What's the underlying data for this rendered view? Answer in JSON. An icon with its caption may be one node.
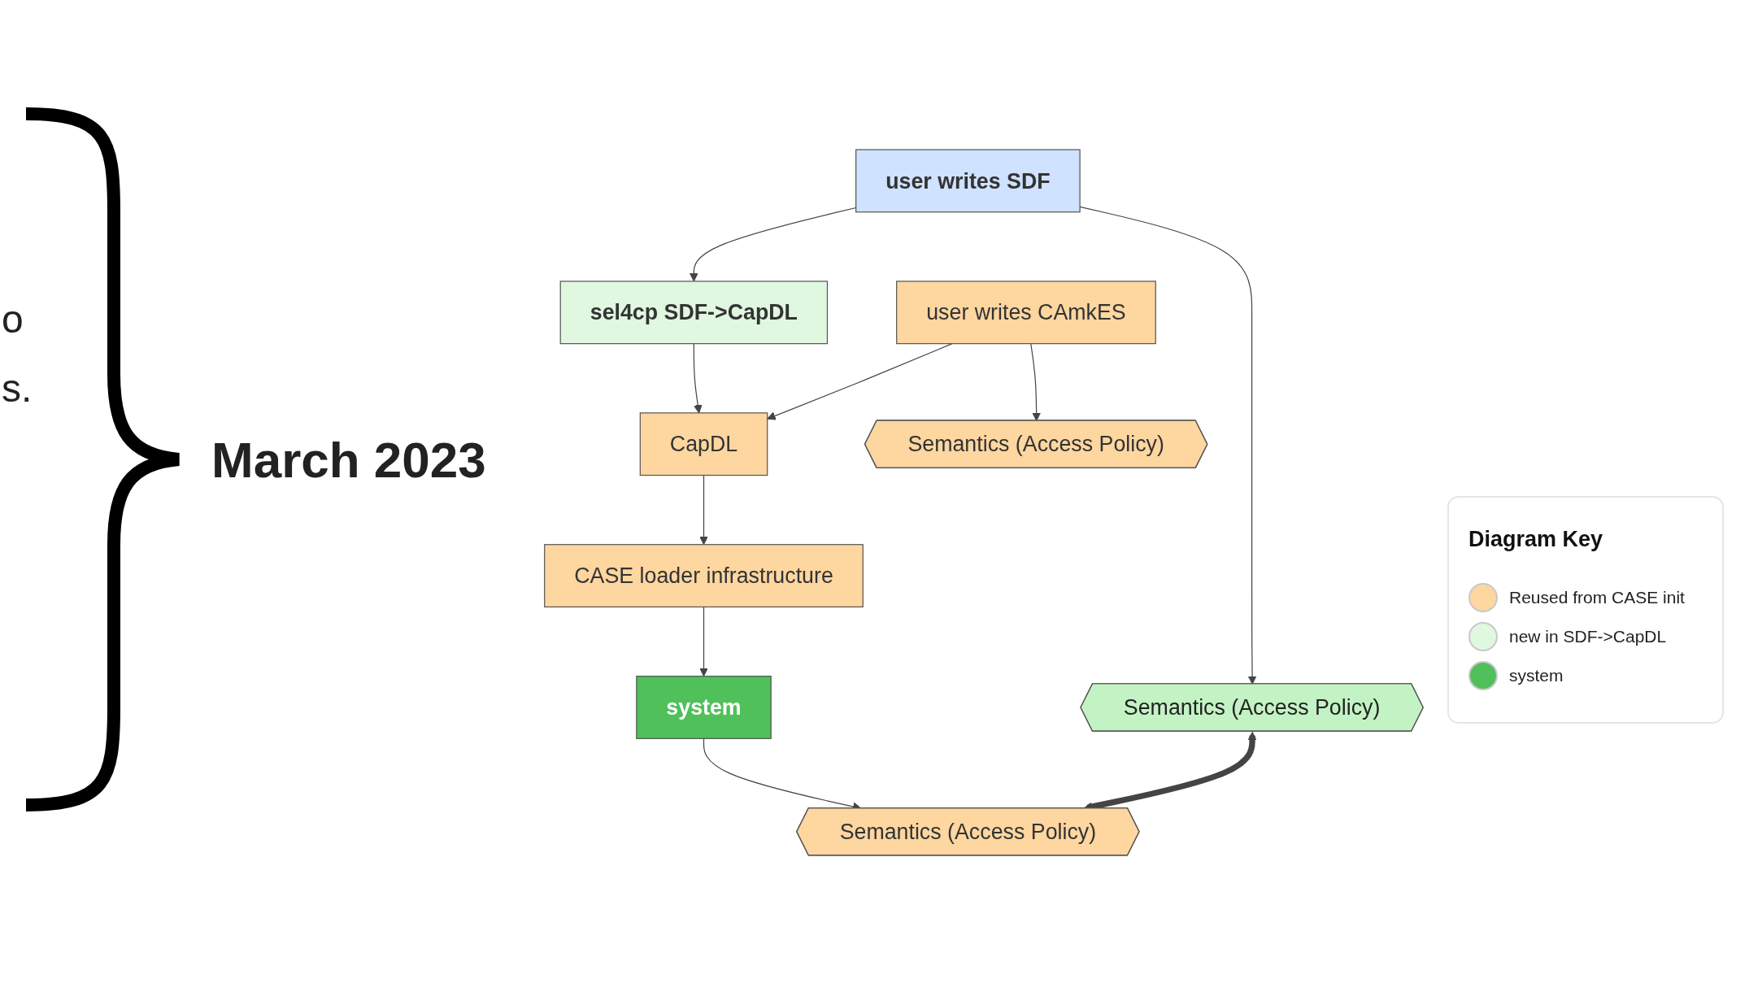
{
  "diagram": {
    "nodes": [
      {
        "text": [
          "Semantics (Access Policy)"
        ]
      },
      {
        "text": [
          "user writes SDF"
        ]
      },
      {
        "text": [
          "user writes CAmkES"
        ]
      },
      {
        "text": [
          "Semantics (Access Policy)"
        ]
      },
      {
        "text": [
          "sel4cp SDF->CapDL"
        ]
      },
      {
        "text": [
          "CapDL"
        ]
      },
      {
        "text": [
          "CASE loader infrastructure"
        ]
      },
      {
        "text": [
          "Semantics (Access Policy)"
        ]
      },
      {
        "text": [
          "system"
        ]
      }
    ],
    "edges": [
      {
        "from": 1,
        "to": 0,
        "arrow": "to"
      },
      {
        "from": 2,
        "to": 3,
        "arrow": "to"
      },
      {
        "from": 1,
        "to": 4,
        "arrow": "to"
      },
      {
        "from": 4,
        "to": 5,
        "arrow": "to"
      },
      {
        "from": 2,
        "to": 5,
        "arrow": "to"
      },
      {
        "from": 5,
        "to": 6,
        "arrow": "to"
      },
      {
        "from": 6,
        "to": 8,
        "arrow": "to"
      },
      {
        "from": 8,
        "to": 7,
        "arrow": "to"
      },
      {
        "from": 0,
        "to": 7,
        "arrow": "both",
        "style": "thick"
      }
    ],
    "labels": [
      "o",
      "s.",
      "March 2023",
      "Diagram Key"
    ],
    "legend": [
      {
        "text": "Reused from CASE init",
        "color": "#fdd6a0"
      },
      {
        "text": "new in SDF->CapDL",
        "color": "#e0f7e0"
      },
      {
        "text": "system",
        "color": "#4fc05a"
      }
    ]
  }
}
